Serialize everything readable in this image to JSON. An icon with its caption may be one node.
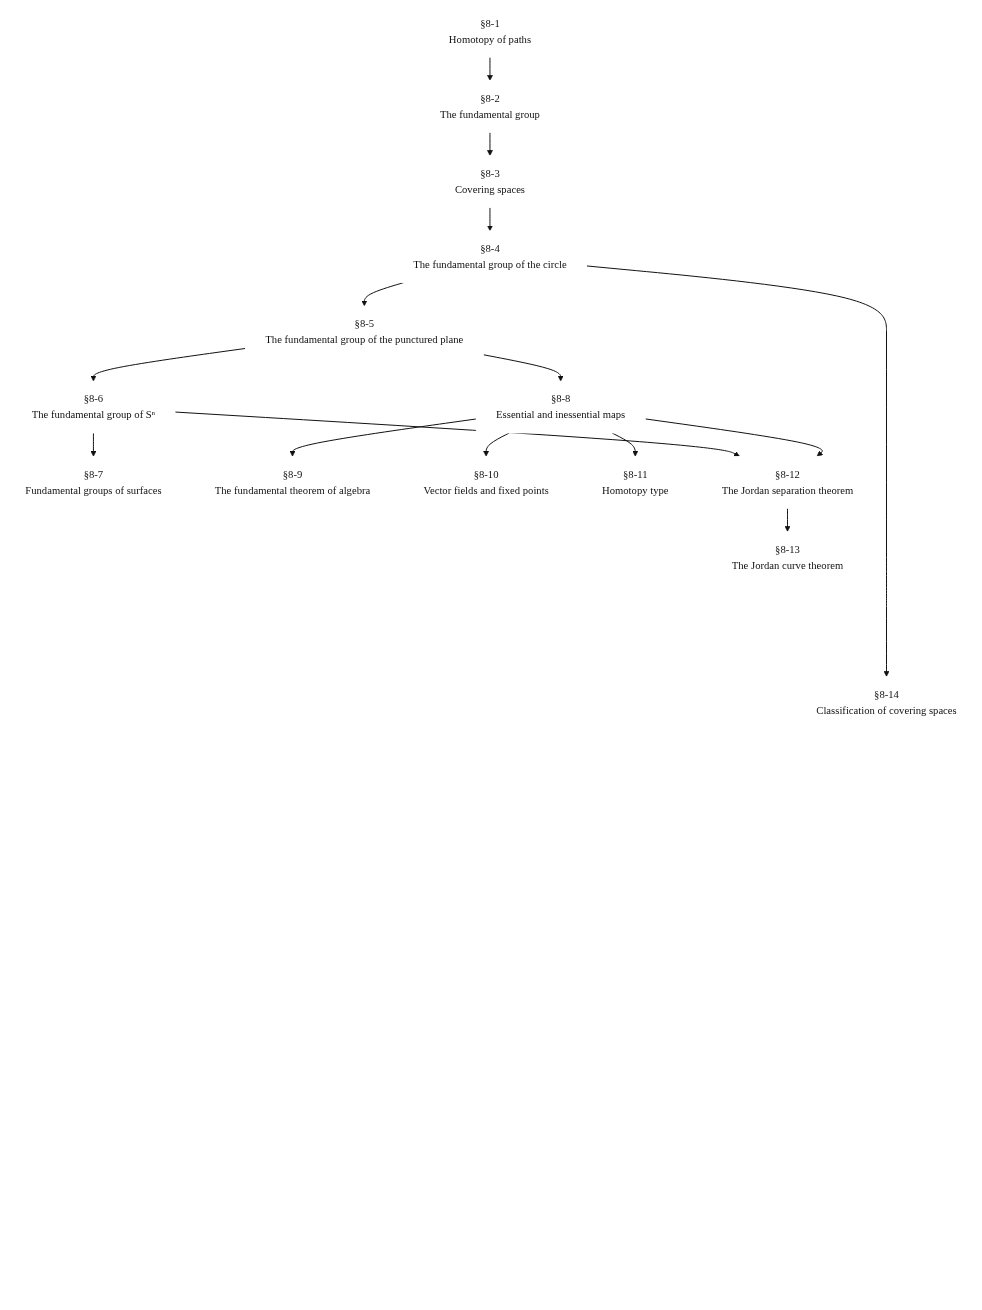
{
  "diagram": {
    "nodes": [
      {
        "text": [
          "§8-1",
          "Homotopy of paths"
        ]
      },
      {
        "text": [
          "§8-2",
          "The fundamental group"
        ]
      },
      {
        "text": [
          "§8-3",
          "Covering spaces"
        ]
      },
      {
        "text": [
          "§8-4",
          "The fundamental group of the circle"
        ]
      },
      {
        "text": [
          "§8-5",
          "The fundamental group of the punctured plane"
        ]
      },
      {
        "text": [
          "§8-6",
          "The fundamental group of Sⁿ"
        ]
      },
      {
        "text": [
          "§8-7",
          "Fundamental groups of surfaces"
        ]
      },
      {
        "text": [
          "§8-8",
          "Essential and inessential maps"
        ]
      },
      {
        "text": [
          "§8-9",
          "The fundamental theorem of algebra"
        ]
      },
      {
        "text": [
          "§8-10",
          "Vector fields and fixed points"
        ]
      },
      {
        "text": [
          "§8-11",
          "Homotopy type"
        ]
      },
      {
        "text": [
          "§8-12",
          "The Jordan separation theorem"
        ]
      },
      {
        "text": [
          "§8-13",
          "The Jordan curve theorem"
        ]
      },
      {
        "text": [
          "§8-14",
          "Classification of covering spaces"
        ]
      }
    ],
    "edges": [
      {
        "from": 0,
        "to": 1,
        "arrow": "to"
      },
      {
        "from": 1,
        "to": 2,
        "arrow": "to"
      },
      {
        "from": 2,
        "to": 3,
        "arrow": "to"
      },
      {
        "from": 3,
        "to": 4,
        "arrow": "to"
      },
      {
        "from": 3,
        "to": 13,
        "arrow": "to"
      },
      {
        "from": 4,
        "to": 5,
        "arrow": "to"
      },
      {
        "from": 4,
        "to": 7,
        "arrow": "to"
      },
      {
        "from": 5,
        "to": 6,
        "arrow": "to"
      },
      {
        "from": 5,
        "to": 11,
        "arrow": "to"
      },
      {
        "from": 7,
        "to": 8,
        "arrow": "to"
      },
      {
        "from": 7,
        "to": 9,
        "arrow": "to"
      },
      {
        "from": 7,
        "to": 10,
        "arrow": "to"
      },
      {
        "from": 7,
        "to": 11,
        "arrow": "to"
      },
      {
        "from": 11,
        "to": 12,
        "arrow": "to"
      }
    ]
  }
}
